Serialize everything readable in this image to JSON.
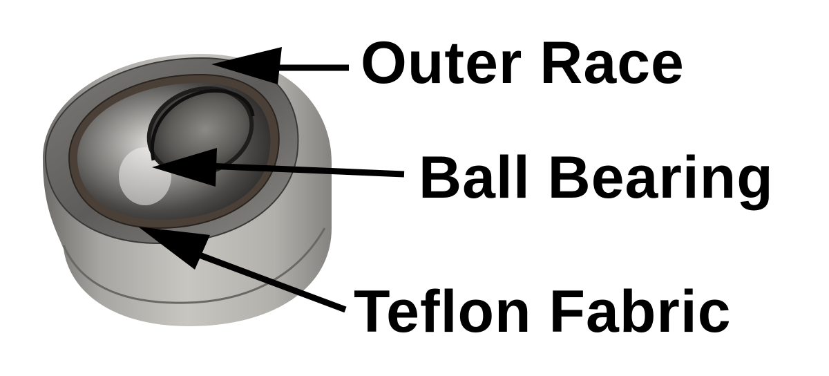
{
  "labels": {
    "outer_race": "Outer Race",
    "ball_bearing": "Ball Bearing",
    "teflon_fabric": "Teflon Fabric"
  },
  "colors": {
    "background": "#ffffff",
    "text": "#000000",
    "arrow": "#000000",
    "steel_light": "#c9c7c2",
    "steel_mid": "#8f8d89",
    "steel_dark": "#3c3b3a",
    "fabric": "#4a4038"
  }
}
